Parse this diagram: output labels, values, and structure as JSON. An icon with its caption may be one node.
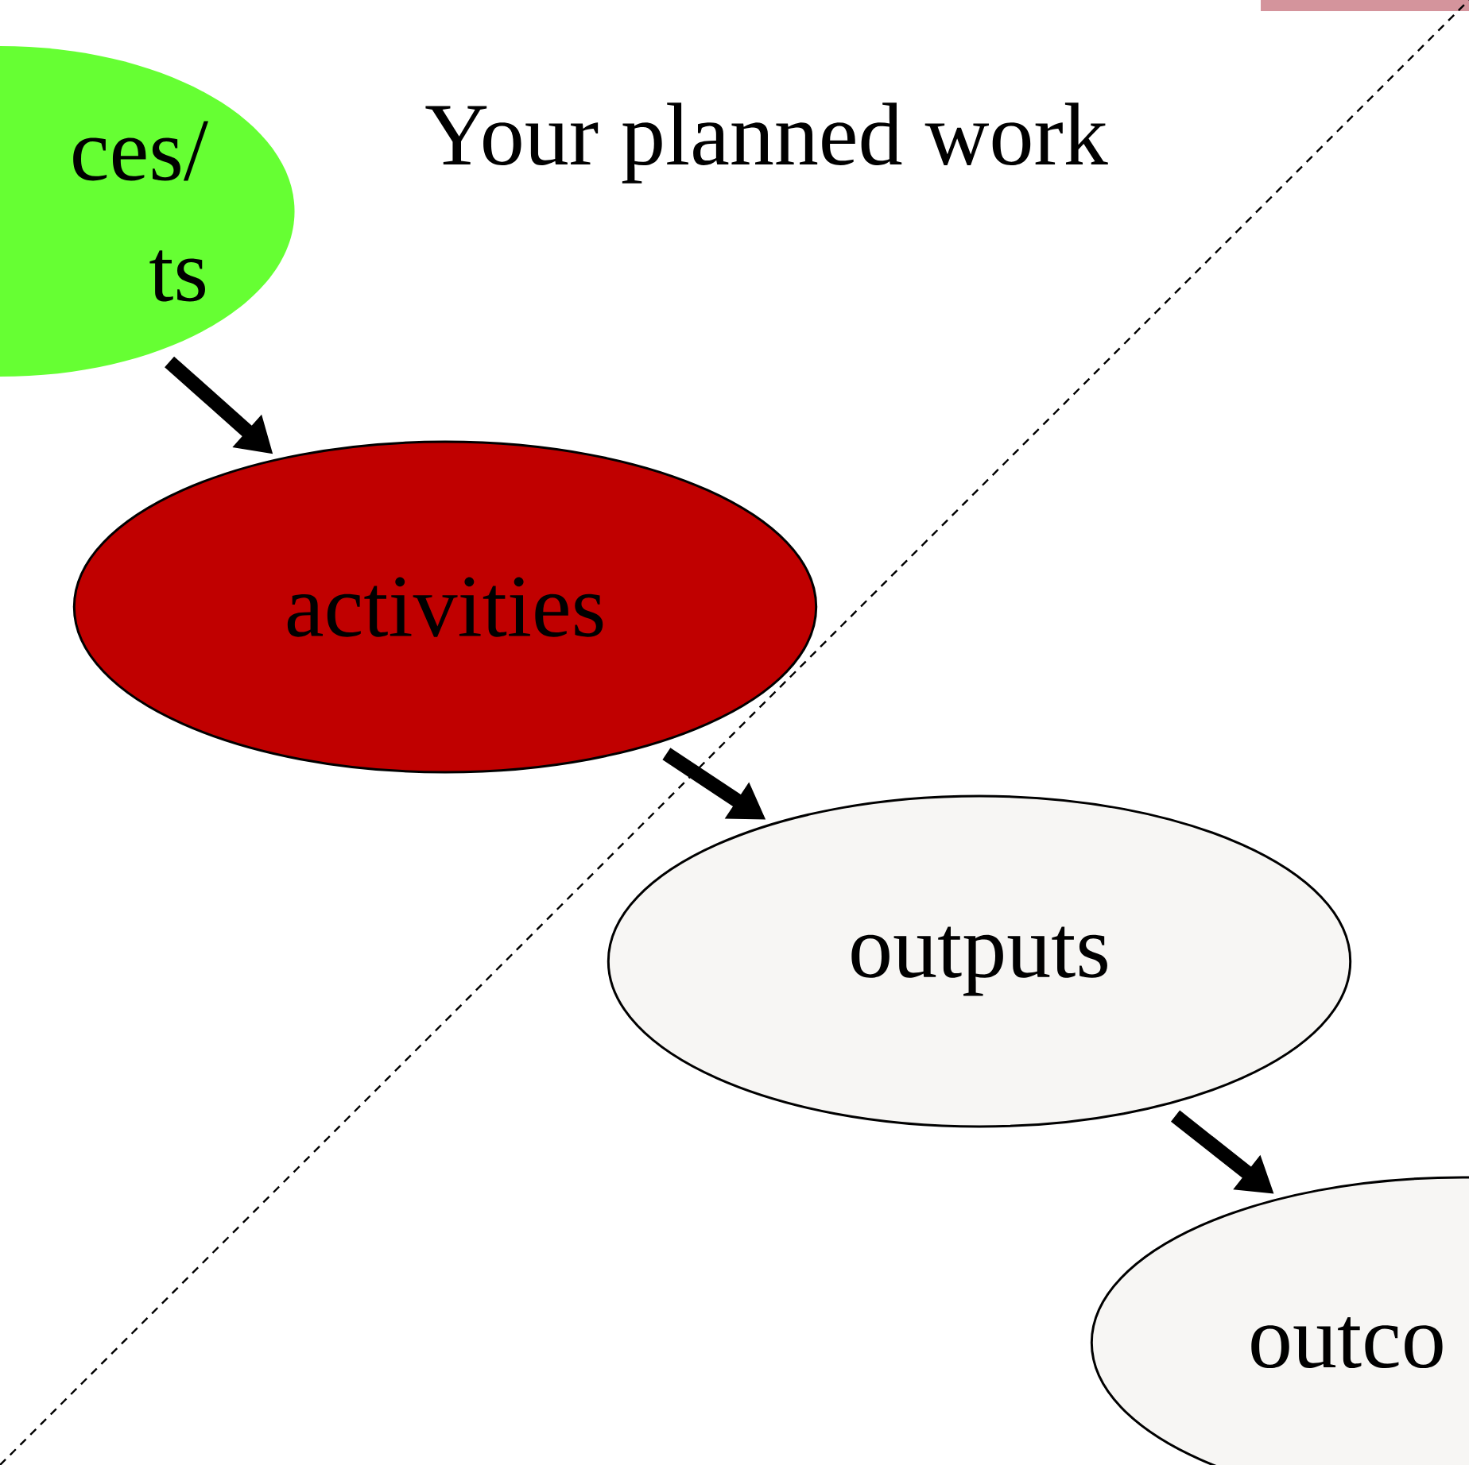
{
  "diagram": {
    "title": "Your  planned work",
    "nodes": [
      {
        "text": [
          "ces/ ts"
        ]
      },
      {
        "text": [
          "activities"
        ]
      },
      {
        "text": [
          "outputs"
        ]
      },
      {
        "text": [
          "outco"
        ]
      }
    ],
    "edges": [
      {
        "from": 0,
        "to": 1,
        "arrow": "to"
      },
      {
        "from": 1,
        "to": 2,
        "arrow": "to"
      },
      {
        "from": 2,
        "to": 3,
        "arrow": "to"
      }
    ]
  }
}
